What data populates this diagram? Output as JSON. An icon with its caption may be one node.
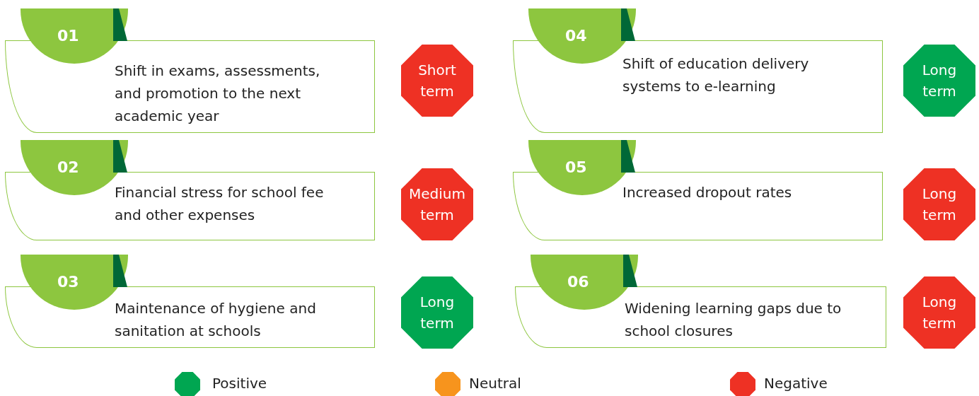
{
  "diagram": {
    "nodes": [
      {
        "text": [
          "01",
          "Shift in exams, assessments, and promotion to the next academic year"
        ]
      },
      {
        "text": [
          "Short term"
        ]
      },
      {
        "text": [
          "04",
          "Shift of education delivery systems to e-learning"
        ]
      },
      {
        "text": [
          "Long term"
        ]
      },
      {
        "text": [
          "02",
          "Financial stress for school fee and other expenses"
        ]
      },
      {
        "text": [
          "Medium term"
        ]
      },
      {
        "text": [
          "05",
          "Increased dropout rates"
        ]
      },
      {
        "text": [
          "Long term"
        ]
      },
      {
        "text": [
          "03",
          "Maintenance of hygiene and sanitation at schools"
        ]
      },
      {
        "text": [
          "Long term"
        ]
      },
      {
        "text": [
          "06",
          "Widening learning gaps due to school closures"
        ]
      },
      {
        "text": [
          "Long term"
        ]
      }
    ],
    "edges": [],
    "legend": [
      {
        "text": "Positive",
        "color": "#00a651"
      },
      {
        "text": "Neutral",
        "color": "#f7941d"
      },
      {
        "text": "Negative",
        "color": "#ee3124"
      }
    ]
  }
}
